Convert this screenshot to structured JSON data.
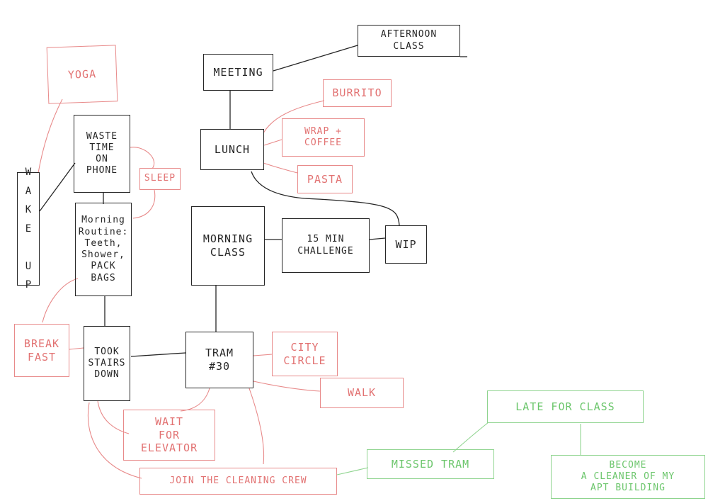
{
  "palette": {
    "core": "#262626",
    "option": "#e27272",
    "consequence": "#6cc66c"
  },
  "nodes": {
    "wake_up": "W\nA\nK\nE\n\nU\nP",
    "yoga": "YOGA",
    "waste_time": "WASTE\nTIME\nON\nPHONE",
    "sleep": "SLEEP",
    "morning_routine": "Morning\nRoutine:\nTeeth,\nShower,\nPACK\nBAGS",
    "breakfast": "BREAK\nFAST",
    "took_stairs": "TOOK\nSTAIRS\nDOWN",
    "wait_elevator": "WAIT\nFOR\nELEVATOR",
    "join_cleaning": "JOIN THE CLEANING CREW",
    "tram": "TRAM\n#30",
    "city_circle": "CITY\nCIRCLE",
    "walk": "WALK",
    "morning_class": "MORNING\nCLASS",
    "challenge": "15 MIN\nCHALLENGE",
    "wip": "WIP",
    "lunch": "LUNCH",
    "burrito": "BURRITO",
    "wrap_coffee": "WRAP +\nCOFFEE",
    "pasta": "PASTA",
    "meeting": "MEETING",
    "afternoon_class": "AFTERNOON\nCLASS",
    "missed_tram": "MISSED TRAM",
    "late_for_class": "LATE FOR CLASS",
    "become_cleaner": "BECOME\nA CLEANER OF MY\nAPT BUILDING"
  }
}
